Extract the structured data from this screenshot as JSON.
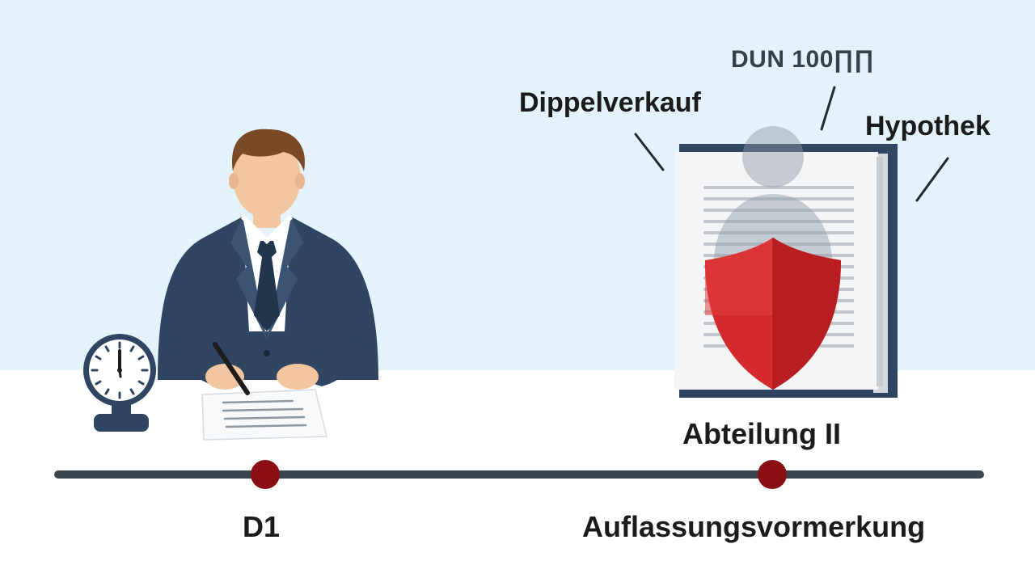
{
  "labels": {
    "dippelverkauf": "Dippelverkauf",
    "dun": "DUN 100∏∏",
    "hypothek": "Hypothek",
    "abteilung": "Abteilung II",
    "d1": "D1",
    "auflassung": "Auflassungsvormerkung"
  },
  "colors": {
    "sky": "#e4f2fb",
    "suit": "#2f4561",
    "timeline": "#3b4550",
    "marker": "#8a0f14",
    "shield": "#d42a2e"
  },
  "icons": [
    "clock-icon",
    "person-illustration",
    "document-icon",
    "book-icon",
    "shield-icon"
  ]
}
